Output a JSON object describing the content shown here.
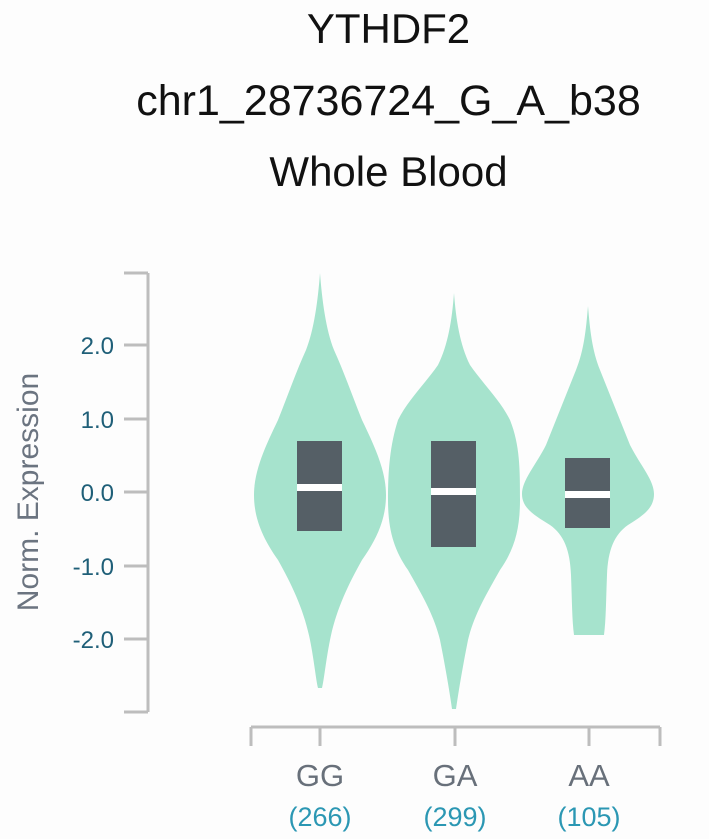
{
  "title": {
    "gene": "YTHDF2",
    "variant": "chr1_28736724_G_A_b38",
    "tissue": "Whole Blood"
  },
  "y_axis": {
    "label": "Norm. Expression",
    "ticks": [
      "2.0",
      "1.0",
      "0.0",
      "-1.0",
      "-2.0"
    ]
  },
  "x_axis": {
    "categories": [
      {
        "label": "GG",
        "count": "(266)"
      },
      {
        "label": "GA",
        "count": "(299)"
      },
      {
        "label": "AA",
        "count": "(105)"
      }
    ]
  },
  "colors": {
    "violin": "#a6e3cd",
    "box": "#555f66",
    "median": "#ffffff",
    "axis": "#bdbdbd",
    "tick_label": "#1f5f78",
    "count_label": "#2b97b3"
  },
  "chart_data": {
    "type": "violin",
    "title": "YTHDF2 chr1_28736724_G_A_b38 Whole Blood",
    "xlabel": "",
    "ylabel": "Norm. Expression",
    "categories": [
      "GG",
      "GA",
      "AA"
    ],
    "sample_sizes": [
      266,
      299,
      105
    ],
    "ylim": [
      -3.0,
      3.0
    ],
    "yticks": [
      -2.0,
      -1.0,
      0.0,
      1.0,
      2.0
    ],
    "series": [
      {
        "name": "GG",
        "min": -2.6,
        "q1": -0.53,
        "median": 0.06,
        "q3": 0.69,
        "max": 2.98
      },
      {
        "name": "GA",
        "min": -2.95,
        "q1": -0.75,
        "median": 0.01,
        "q3": 0.69,
        "max": 2.7
      },
      {
        "name": "AA",
        "min": -1.94,
        "q1": -0.49,
        "median": -0.03,
        "q3": 0.46,
        "max": 2.52
      }
    ],
    "grid": false,
    "legend": null
  }
}
